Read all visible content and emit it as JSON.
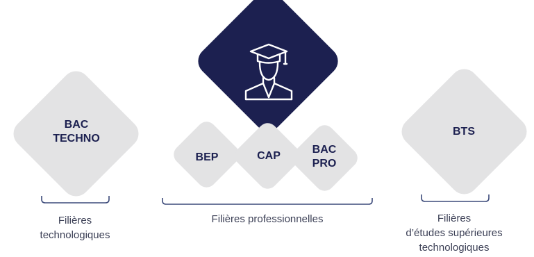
{
  "colors": {
    "diamond_gray": "#e3e3e4",
    "navy": "#1c2050",
    "caption_text": "#3b3f55",
    "bracket": "#3c4a7a"
  },
  "icons": {
    "graduate": "graduate-icon"
  },
  "diamonds": {
    "bac_techno": {
      "line1": "BAC",
      "line2": "TECHNO"
    },
    "bep": {
      "label": "BEP"
    },
    "cap": {
      "label": "CAP"
    },
    "bac_pro": {
      "line1": "BAC",
      "line2": "PRO"
    },
    "bts": {
      "label": "BTS"
    }
  },
  "captions": {
    "techno": {
      "line1": "Filières",
      "line2": "technologiques"
    },
    "pro": {
      "line1": "Filières professionnelles"
    },
    "bts": {
      "line1": "Filières",
      "line2": "d’études supérieures",
      "line3": "technologiques"
    }
  }
}
